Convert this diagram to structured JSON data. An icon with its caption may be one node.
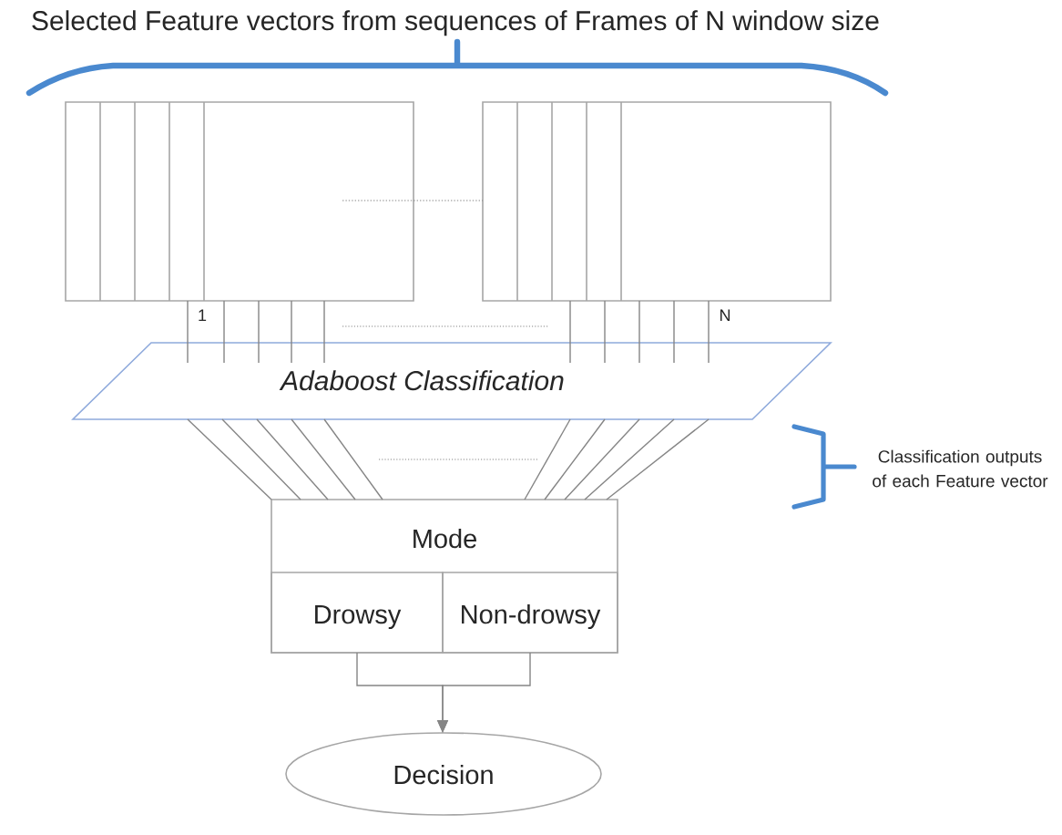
{
  "diagram": {
    "nodes": [
      {
        "text": [],
        "shape": "box"
      },
      {
        "text": [],
        "shape": "box"
      },
      {
        "text": [
          "Adaboost Classification"
        ]
      },
      {
        "text": [
          "Mode"
        ]
      },
      {
        "text": [
          "Drowsy"
        ],
        "in": 3
      },
      {
        "text": [
          "Non-drowsy"
        ],
        "in": 3
      },
      {
        "text": [
          "Decision"
        ]
      }
    ],
    "edges": [
      {
        "from": 0,
        "to": 2,
        "arrow": "none"
      },
      {
        "from": 0,
        "to": 2,
        "arrow": "none"
      },
      {
        "from": 0,
        "to": 2,
        "arrow": "none"
      },
      {
        "from": 0,
        "to": 2,
        "arrow": "none"
      },
      {
        "from": 0,
        "to": 2,
        "arrow": "none"
      },
      {
        "from": 1,
        "to": 2,
        "arrow": "none"
      },
      {
        "from": 1,
        "to": 2,
        "arrow": "none"
      },
      {
        "from": 1,
        "to": 2,
        "arrow": "none"
      },
      {
        "from": 1,
        "to": 2,
        "arrow": "none"
      },
      {
        "from": 1,
        "to": 2,
        "arrow": "none"
      },
      {
        "from": 2,
        "to": 3,
        "arrow": "none"
      },
      {
        "from": 2,
        "to": 3,
        "arrow": "none"
      },
      {
        "from": 2,
        "to": 3,
        "arrow": "none"
      },
      {
        "from": 2,
        "to": 3,
        "arrow": "none"
      },
      {
        "from": 2,
        "to": 3,
        "arrow": "none"
      },
      {
        "from": 2,
        "to": 3,
        "arrow": "none"
      },
      {
        "from": 2,
        "to": 3,
        "arrow": "none"
      },
      {
        "from": 2,
        "to": 3,
        "arrow": "none"
      },
      {
        "from": 2,
        "to": 3,
        "arrow": "none"
      },
      {
        "from": 2,
        "to": 3,
        "arrow": "none"
      },
      {
        "from": 4,
        "to": 6,
        "arrow": "to"
      },
      {
        "from": 5,
        "to": 6,
        "arrow": "to"
      },
      {
        "from": 0,
        "to": 1,
        "arrow": "none",
        "style": "dashed"
      }
    ],
    "labels": [
      "Selected Feature vectors from sequences of Frames of N window size",
      "1",
      "N",
      "Classification outputs of each Feature vector"
    ]
  }
}
